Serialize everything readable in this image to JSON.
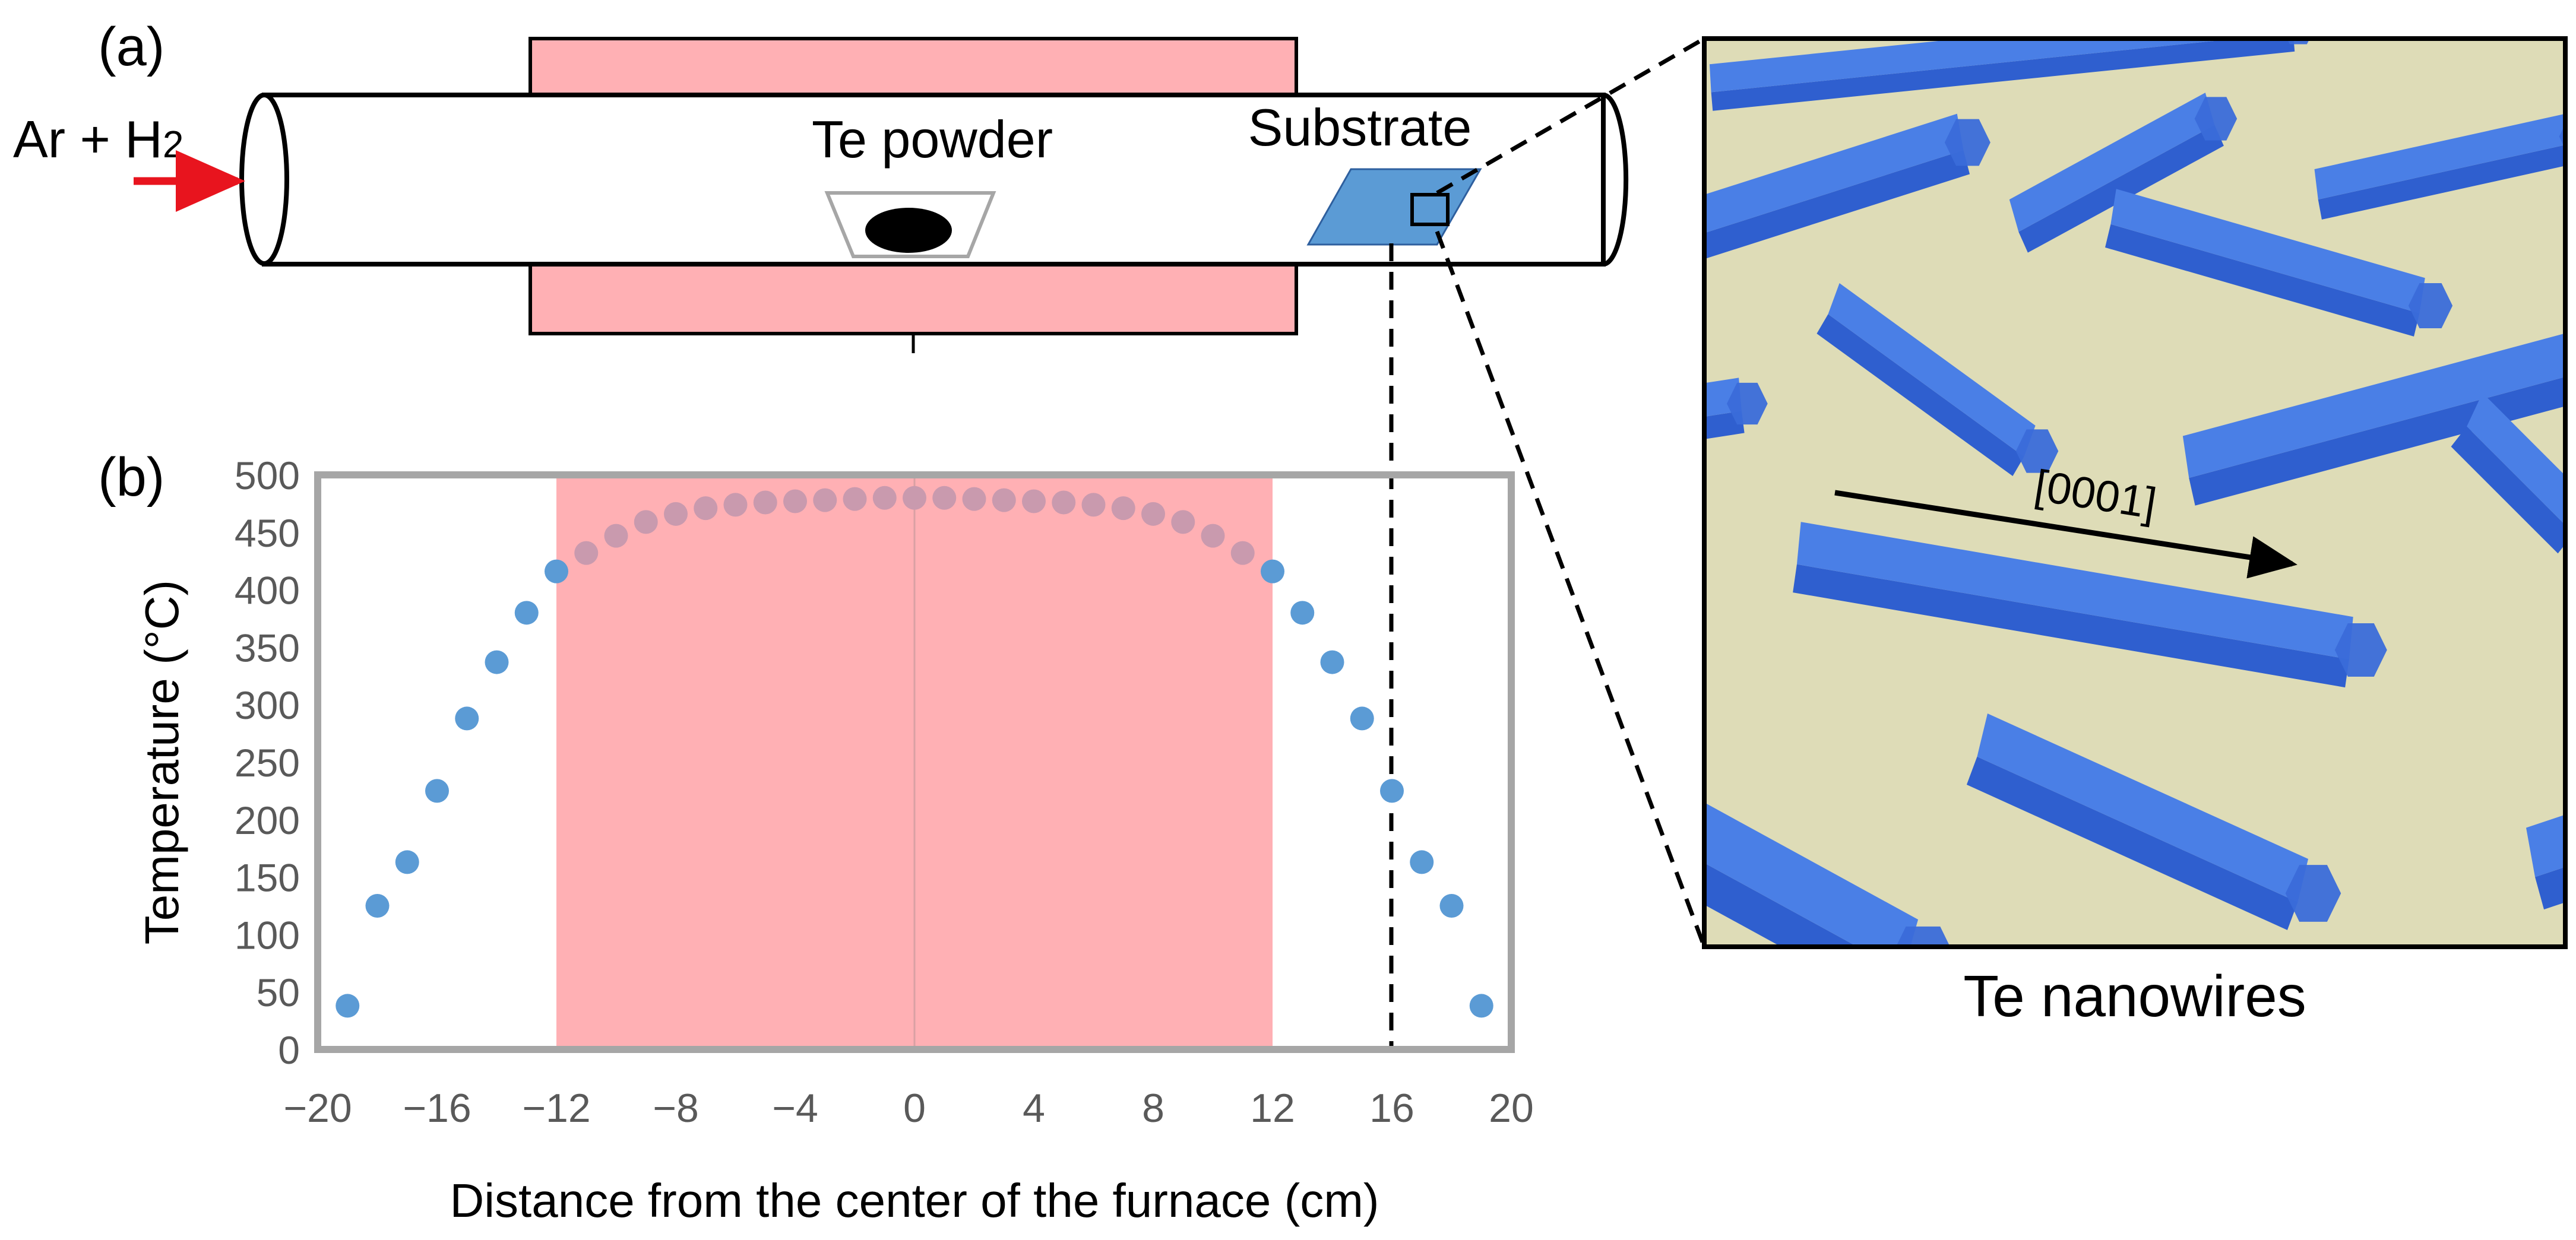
{
  "panel_a": {
    "label": "(a)",
    "gas_label": "Ar + H",
    "gas_subscript": "2",
    "source_label": "Te powder",
    "substrate_label": "Substrate",
    "colors": {
      "furnace": "#ffb0b4",
      "arrow": "#e8141e",
      "substrate": "#5b9bd5",
      "boat": "#a6a6a6"
    }
  },
  "panel_b": {
    "label": "(b)"
  },
  "inset": {
    "caption": "Te nanowires",
    "direction_label": "[0001]",
    "colors": {
      "background": "#dedcb7",
      "nanowire_top": "#4a7fe6",
      "nanowire_side": "#2f5fcf",
      "nanowire_end": "#3a6cd9"
    }
  },
  "chart_data": {
    "type": "scatter",
    "title": "",
    "xlabel": "Distance from the center of the furnace (cm)",
    "ylabel": "Temperature (°C)",
    "xlim": [
      -20,
      20
    ],
    "ylim": [
      0,
      500
    ],
    "xticks": [
      -20,
      -16,
      -12,
      -8,
      -4,
      0,
      4,
      8,
      12,
      16,
      20
    ],
    "xtick_labels": [
      "−20",
      "−16",
      "−12",
      "−8",
      "−4",
      "0",
      "4",
      "8",
      "12",
      "16",
      "20"
    ],
    "yticks": [
      0,
      50,
      100,
      150,
      200,
      250,
      300,
      350,
      400,
      450,
      500
    ],
    "grid": false,
    "heated_zone": [
      -12,
      12
    ],
    "substrate_position": 16,
    "marker_color": "#5b9bd5",
    "heated_zone_color": "#ffb0b4",
    "series": [
      {
        "x": [
          -19,
          -18,
          -17,
          -16,
          -15,
          -14,
          -13,
          -12,
          -11,
          -10,
          -9,
          -8,
          -7,
          -6,
          -5,
          -4,
          -3,
          -2,
          -1,
          0,
          1,
          2,
          3,
          4,
          5,
          6,
          7,
          8,
          9,
          10,
          11,
          12,
          13,
          14,
          15,
          16,
          17,
          18,
          19
        ],
        "y": [
          38,
          125,
          163,
          225,
          288,
          337,
          380,
          416,
          432,
          447,
          459,
          466,
          471,
          474,
          476,
          477,
          478,
          479,
          480,
          480,
          480,
          479,
          478,
          477,
          476,
          474,
          471,
          466,
          459,
          447,
          432,
          416,
          380,
          337,
          288,
          225,
          163,
          125,
          38
        ]
      }
    ]
  }
}
